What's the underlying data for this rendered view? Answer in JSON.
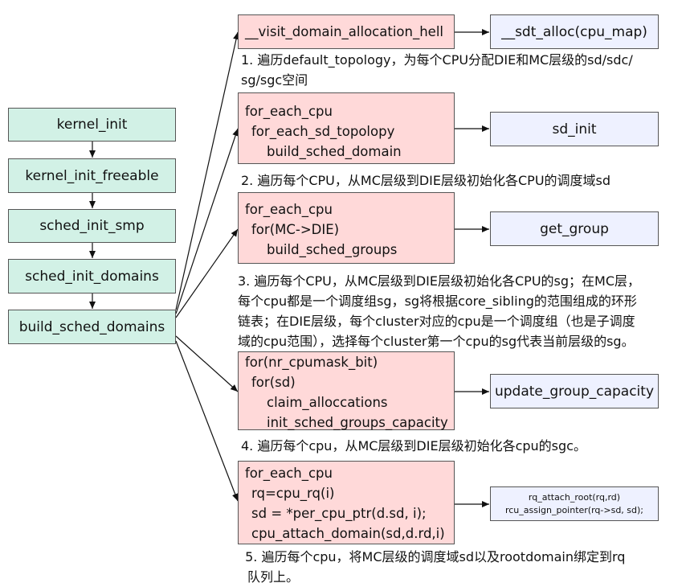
{
  "call_chain": [
    "kernel_init",
    "kernel_init_freeable",
    "sched_init_smp",
    "sched_init_domains",
    "build_sched_domains"
  ],
  "steps": [
    {
      "code": [
        "__visit_domain_allocation_hell"
      ],
      "callee": "__sdt_alloc(cpu_map)",
      "note": [
        "1. 遍历default_topology，为每个CPU分配DIE和MC层级的sd/sdc/",
        "sg/sgc空间"
      ]
    },
    {
      "code": [
        "for_each_cpu",
        "  for_each_sd_topolopy",
        "     build_sched_domain"
      ],
      "callee": "sd_init",
      "note": [
        "2. 遍历每个CPU，从MC层级到DIE层级初始化各CPU的调度域sd"
      ]
    },
    {
      "code": [
        "for_each_cpu",
        "  for(MC->DIE)",
        "     build_sched_groups"
      ],
      "callee": "get_group",
      "note": [
        "3. 遍历每个CPU，从MC层级到DIE层级初始化各CPU的sg；在MC层，",
        "每个cpu都是一个调度组sg，sg将根据core_sibling的范围组成的环形",
        "链表；在DIE层级，每个cluster对应的cpu是一个调度组（也是子调度",
        "域的cpu范围），选择每个cluster第一个cpu的sg代表当前层级的sg。"
      ]
    },
    {
      "code": [
        "for(nr_cpumask_bit)",
        "  for(sd)",
        "     claim_alloccations",
        "     init_sched_groups_capacity"
      ],
      "callee": "update_group_capacity",
      "note": [
        "4. 遍历每个cpu，从MC层级到DIE层级初始化各cpu的sgc。"
      ]
    },
    {
      "code": [
        "for_each_cpu",
        "  rq=cpu_rq(i)",
        "  sd = *per_cpu_ptr(d.sd, i);",
        "  cpu_attach_domain(sd,d.rd,i)"
      ],
      "callee_lines": [
        "rq_attach_root(rq,rd)",
        "rcu_assign_pointer(rq->sd, sd);"
      ],
      "note": [
        " 5. 遍历每个cpu，将MC层级的调度域sd以及rootdomain绑定到rq",
        "队列上。"
      ]
    }
  ]
}
